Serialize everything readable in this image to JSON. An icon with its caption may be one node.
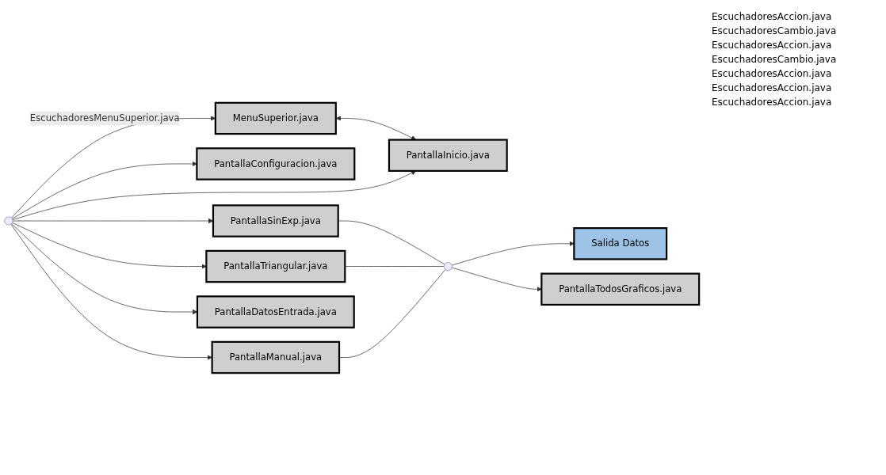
{
  "diagram": {
    "nodes": [
      {
        "text": [
          "MenuSuperior.java"
        ]
      },
      {
        "text": [
          "Salida Datos"
        ]
      },
      {
        "text": [
          "PantallaConfiguracion.java"
        ]
      },
      {
        "text": [
          "PantallaSinExp.java"
        ]
      },
      {
        "text": [
          "PantallaInicio.java"
        ]
      },
      {
        "text": [],
        "shape": "circle"
      },
      {
        "text": [
          "PantallaTriangular.java"
        ]
      },
      {
        "text": [],
        "shape": "circle"
      },
      {
        "text": [
          "PantallaTodosGraficos.java"
        ]
      },
      {
        "text": [
          "PantallaManual.java"
        ]
      },
      {
        "text": [
          "PantallaDatosEntrada.java"
        ]
      }
    ],
    "edges": [
      {
        "from": 0,
        "to": 4,
        "arrow": "both"
      },
      {
        "from": 5,
        "to": 0,
        "arrow": "to",
        "label": "EscuchadoresMenuSuperior.java"
      },
      {
        "from": 5,
        "to": 4,
        "arrow": "to"
      },
      {
        "from": 5,
        "to": 2,
        "arrow": "to"
      },
      {
        "from": 5,
        "to": 3,
        "arrow": "to"
      },
      {
        "from": 5,
        "to": 6,
        "arrow": "to"
      },
      {
        "from": 5,
        "to": 9,
        "arrow": "to"
      },
      {
        "from": 5,
        "to": 10,
        "arrow": "to"
      },
      {
        "from": 3,
        "to": 7,
        "arrow": "none"
      },
      {
        "from": 6,
        "to": 7,
        "arrow": "none"
      },
      {
        "from": 9,
        "to": 7,
        "arrow": "none"
      },
      {
        "from": 7,
        "to": 1,
        "arrow": "to"
      },
      {
        "from": 7,
        "to": 8,
        "arrow": "to"
      }
    ],
    "labels": [
      "EscuchadoresAccion.java",
      "EscuchadoresCambio.java",
      "EscuchadoresAccion.java",
      "EscuchadoresCambio.java",
      "EscuchadoresAccion.java",
      "EscuchadoresAccion.java",
      "EscuchadoresAccion.java"
    ]
  }
}
